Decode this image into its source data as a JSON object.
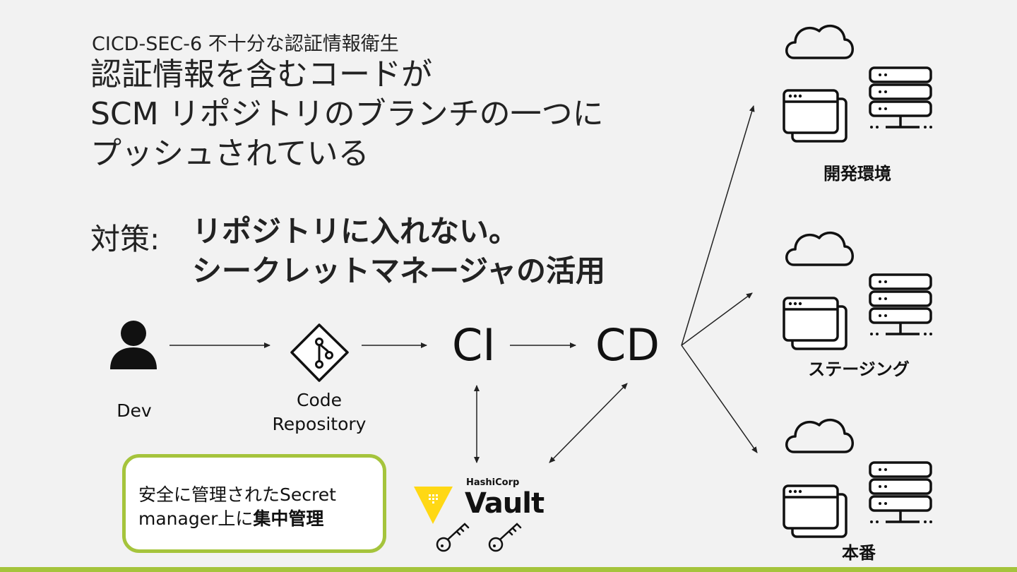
{
  "slide": {
    "subtitle": "CICD-SEC-6 不十分な認証情報衛生",
    "title_lines": [
      "認証情報を含むコードが",
      "SCM リポジトリのブランチの一つに",
      "プッシュされている"
    ],
    "measure_label": "対策:",
    "measure_lines": [
      "リポジトリに入れない。",
      "シークレットマネージャの活用"
    ]
  },
  "diagram": {
    "dev_label": "Dev",
    "repo_label_lines": [
      "Code",
      "Repository"
    ],
    "ci_label": "CI",
    "cd_label": "CD",
    "vault_brand_small": "HashiCorp",
    "vault_brand_big": "Vault",
    "callout_line1": "安全に管理されたSecret",
    "callout_line2_prefix": "manager上に",
    "callout_line2_bold": "集中管理",
    "environments": [
      "開発環境",
      "ステージング",
      "本番"
    ]
  },
  "colors": {
    "accent_green": "#a5c43c",
    "vault_yellow": "#ffd814",
    "background": "#f2f2f2"
  },
  "icons": [
    "user-icon",
    "git-repo-icon",
    "cloud-icon",
    "browser-window-icon",
    "server-rack-icon",
    "key-icon",
    "vault-logo-icon"
  ]
}
